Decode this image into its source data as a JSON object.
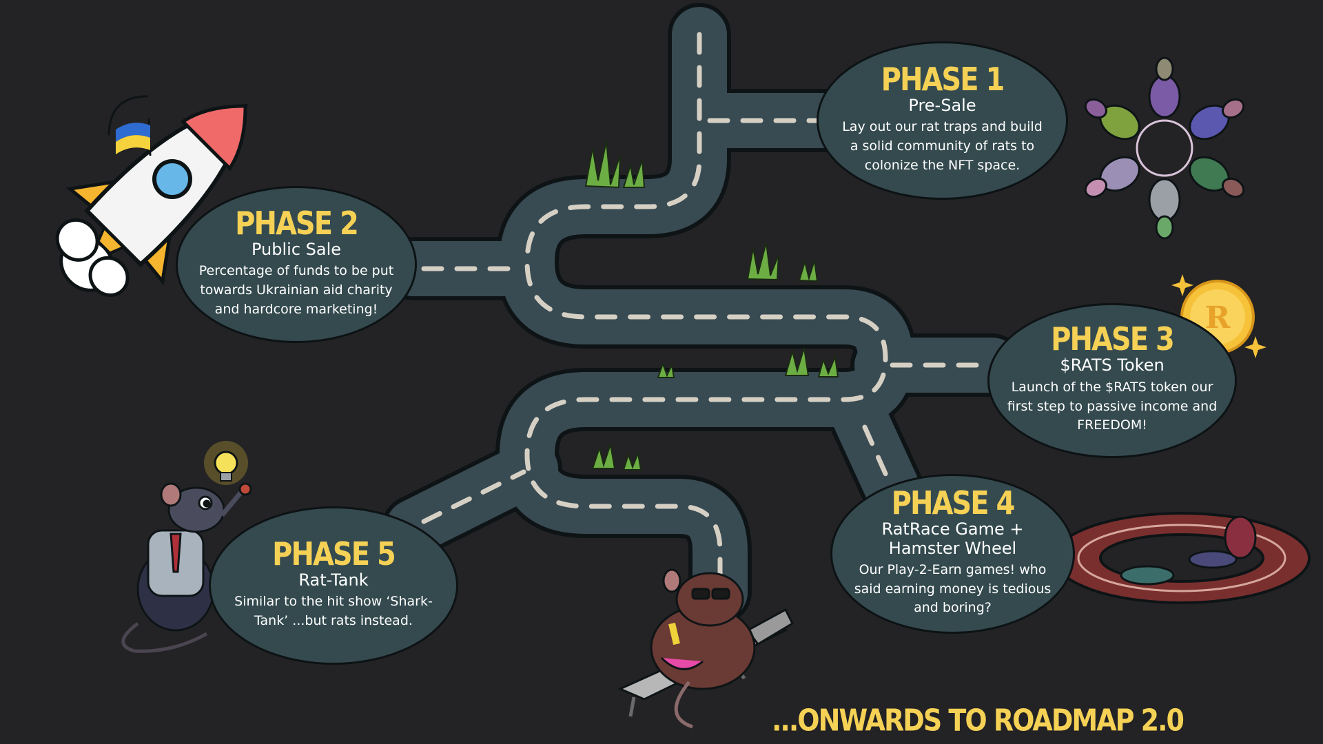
{
  "roadmap": {
    "phases": [
      {
        "title": "PHASE 1",
        "subtitle": "Pre-Sale",
        "description": "Lay out our rat traps and build a solid community of rats to colonize the NFT space."
      },
      {
        "title": "PHASE 2",
        "subtitle": "Public Sale",
        "description": "Percentage of funds to be put towards Ukrainian aid charity and hardcore marketing!"
      },
      {
        "title": "PHASE 3",
        "subtitle": "$RATS Token",
        "description": "Launch of the $RATS token our first step to passive income and FREEDOM!"
      },
      {
        "title": "PHASE 4",
        "subtitle": "RatRace Game + Hamster Wheel",
        "description": "Our Play-2-Earn games! who said earning money is tedious and boring?"
      },
      {
        "title": "PHASE 5",
        "subtitle": "Rat-Tank",
        "description": "Similar to the hit show ‘Shark-Tank’ ...but rats instead."
      }
    ],
    "footer": "...ONWARDS TO ROADMAP 2.0"
  },
  "coin": {
    "letter": "R"
  },
  "colors": {
    "background": "#232325",
    "bubble": "#344a4f",
    "accent_yellow": "#f5d155",
    "road": "#384a52",
    "road_dash": "#d6d0c4",
    "ukraine_blue": "#2e6cd1",
    "ukraine_yellow": "#f6d33c"
  },
  "icons": [
    "rocket-icon",
    "ukraine-flag-icon",
    "coin-icon",
    "sparkle-icon",
    "lightbulb-icon",
    "rat-businessman-icon",
    "rat-sunbathing-icon",
    "rat-circle-icon",
    "race-track-icon",
    "grass-icon"
  ]
}
